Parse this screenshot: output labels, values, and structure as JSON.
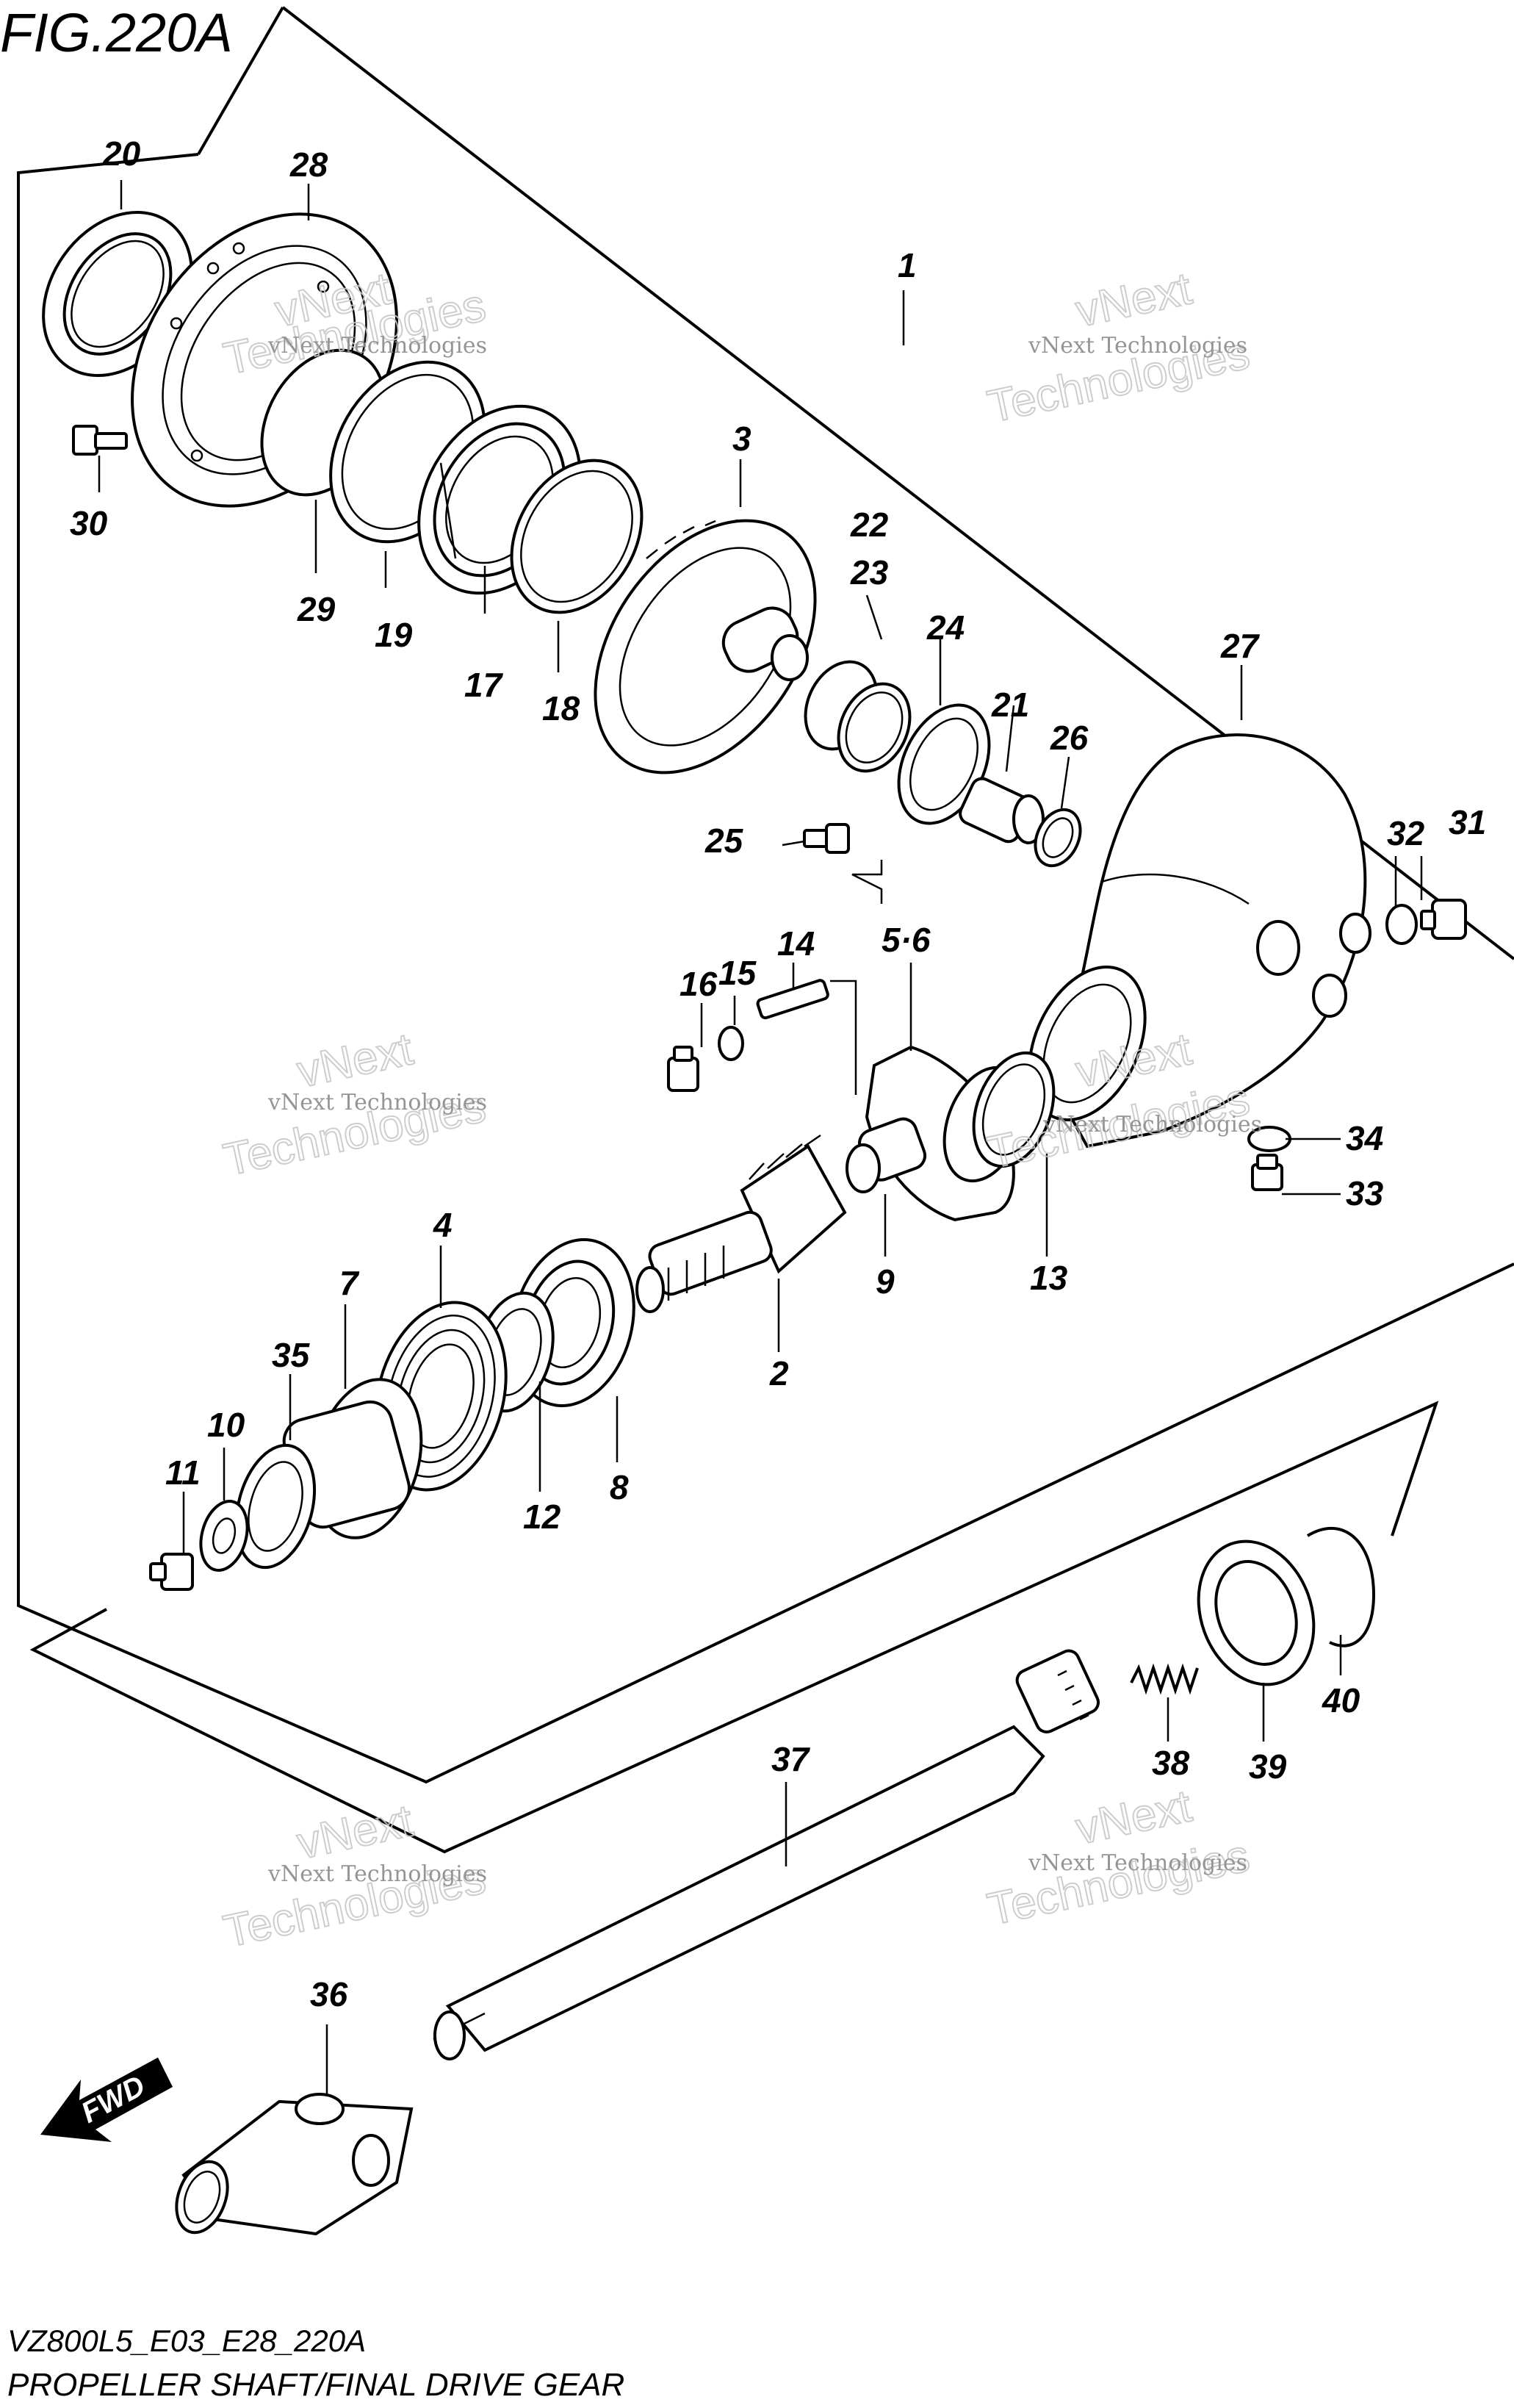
{
  "figure": {
    "title": "FIG.220A",
    "code": "VZ800L5_E03_E28_220A",
    "caption": "PROPELLER SHAFT/FINAL DRIVE GEAR"
  },
  "watermark": {
    "line1": "vNext Technologies",
    "line2": "vNext",
    "line3": "Technologies"
  },
  "direction_badge": {
    "label": "FWD",
    "icon": "fwd-arrow-icon"
  },
  "callouts": {
    "c1": "1",
    "c2": "2",
    "c3": "3",
    "c4": "4",
    "c56": "5·6",
    "c7": "7",
    "c8": "8",
    "c9": "9",
    "c10": "10",
    "c11": "11",
    "c12": "12",
    "c13": "13",
    "c14": "14",
    "c15": "15",
    "c16": "16",
    "c17": "17",
    "c18": "18",
    "c19": "19",
    "c20": "20",
    "c21": "21",
    "c22": "22",
    "c23": "23",
    "c24": "24",
    "c25": "25",
    "c26": "26",
    "c27": "27",
    "c28": "28",
    "c29": "29",
    "c30": "30",
    "c31": "31",
    "c32": "32",
    "c33": "33",
    "c34": "34",
    "c35": "35",
    "c36": "36",
    "c37": "37",
    "c38": "38",
    "c39": "39",
    "c40": "40"
  }
}
